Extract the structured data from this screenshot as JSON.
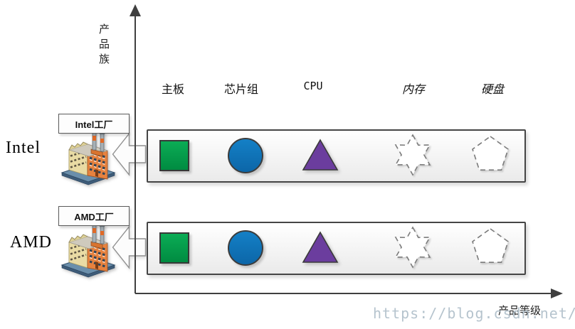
{
  "axes": {
    "y_label": "产品族",
    "x_label": "产品等级"
  },
  "columns": [
    {
      "label": "主板"
    },
    {
      "label": "芯片组"
    },
    {
      "label": "CPU"
    },
    {
      "label": "内存"
    },
    {
      "label": "硬盘"
    }
  ],
  "rows": [
    {
      "name": "Intel",
      "factory_label": "Intel工厂",
      "shapes": [
        {
          "column": "主板",
          "shape": "green-square"
        },
        {
          "column": "芯片组",
          "shape": "blue-circle"
        },
        {
          "column": "CPU",
          "shape": "purple-triangle"
        },
        {
          "column": "内存",
          "shape": "dashed-star-outline"
        },
        {
          "column": "硬盘",
          "shape": "dashed-pentagon-outline"
        }
      ]
    },
    {
      "name": "AMD",
      "factory_label": "AMD工厂",
      "shapes": [
        {
          "column": "主板",
          "shape": "green-square"
        },
        {
          "column": "芯片组",
          "shape": "blue-circle"
        },
        {
          "column": "CPU",
          "shape": "purple-triangle"
        },
        {
          "column": "内存",
          "shape": "dashed-star-outline"
        },
        {
          "column": "硬盘",
          "shape": "dashed-pentagon-outline"
        }
      ]
    }
  ],
  "watermark": "https://blog.csdn.net/clypm",
  "colors": {
    "square_green": "#00A04E",
    "circle_blue": "#0E70B6",
    "triangle_purple": "#6B3D9E",
    "axis": "#3F3F3F",
    "watermark": "#B6C4CE"
  }
}
